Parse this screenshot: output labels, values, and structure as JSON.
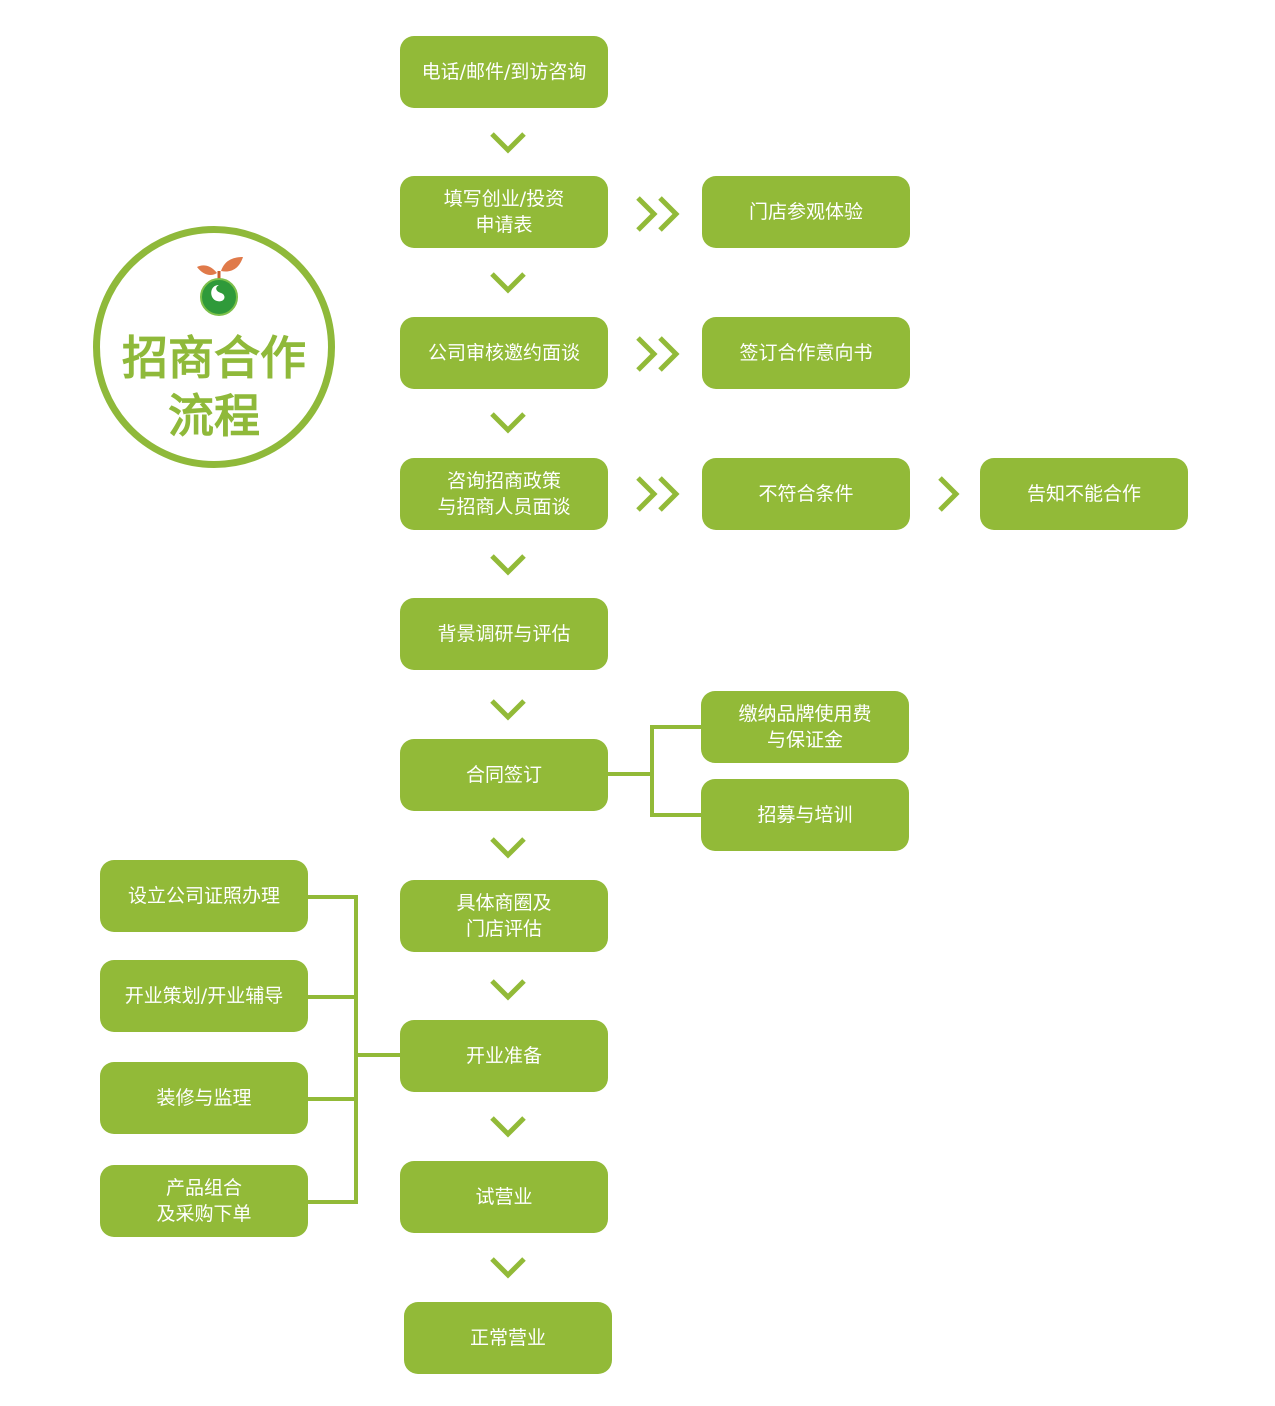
{
  "title": "招商合作\n流程",
  "colors": {
    "accent": "#92ba38",
    "logo_leaf": "#e07a4a",
    "logo_swirl": "#2f9a3a"
  },
  "main_steps": [
    "电话/邮件/到访咨询",
    "填写创业/投资\n申请表",
    "公司审核邀约面谈",
    "咨询招商政策\n与招商人员面谈",
    "背景调研与评估",
    "合同签订",
    "具体商圈及\n门店评估",
    "开业准备",
    "试营业",
    "正常营业"
  ],
  "side_steps": {
    "store_visit": "门店参观体验",
    "intent_letter": "签订合作意向书",
    "not_qualified": "不符合条件",
    "notify_reject": "告知不能合作",
    "brand_fee": "缴纳品牌使用费\n与保证金",
    "recruit_training": "招募与培训"
  },
  "prep_steps": [
    "设立公司证照办理",
    "开业策划/开业辅导",
    "装修与监理",
    "产品组合\n及采购下单"
  ]
}
